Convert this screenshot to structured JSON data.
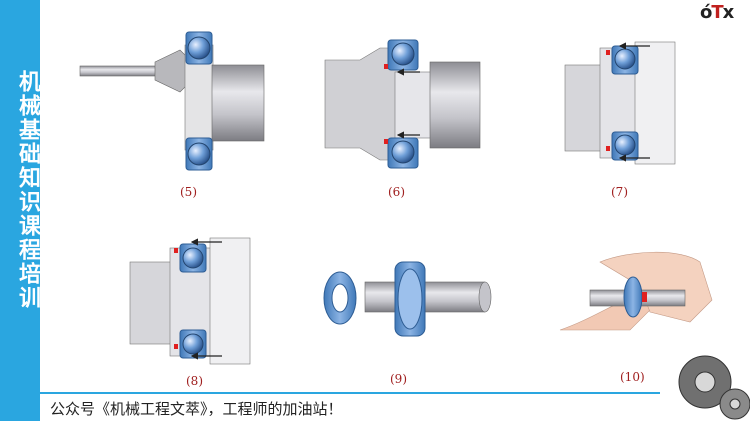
{
  "sidebar": {
    "title": "机械基础知识课程培训"
  },
  "logo": {
    "text_a": "ó",
    "text_b": "T",
    "text_c": "x"
  },
  "captions": [
    "(5)",
    "(6)",
    "(7)",
    "(8)",
    "(9)",
    "(10)"
  ],
  "footer": {
    "text": "公众号《机械工程文萃》，工程师的加油站！"
  },
  "colors": {
    "sidebar": "#2aa6e0",
    "bearing_ring": "#4a86c8",
    "ball": "#3a6fb0",
    "shaft": "#c8c8cc",
    "arrow": "#222222",
    "marker": "#e02020"
  }
}
